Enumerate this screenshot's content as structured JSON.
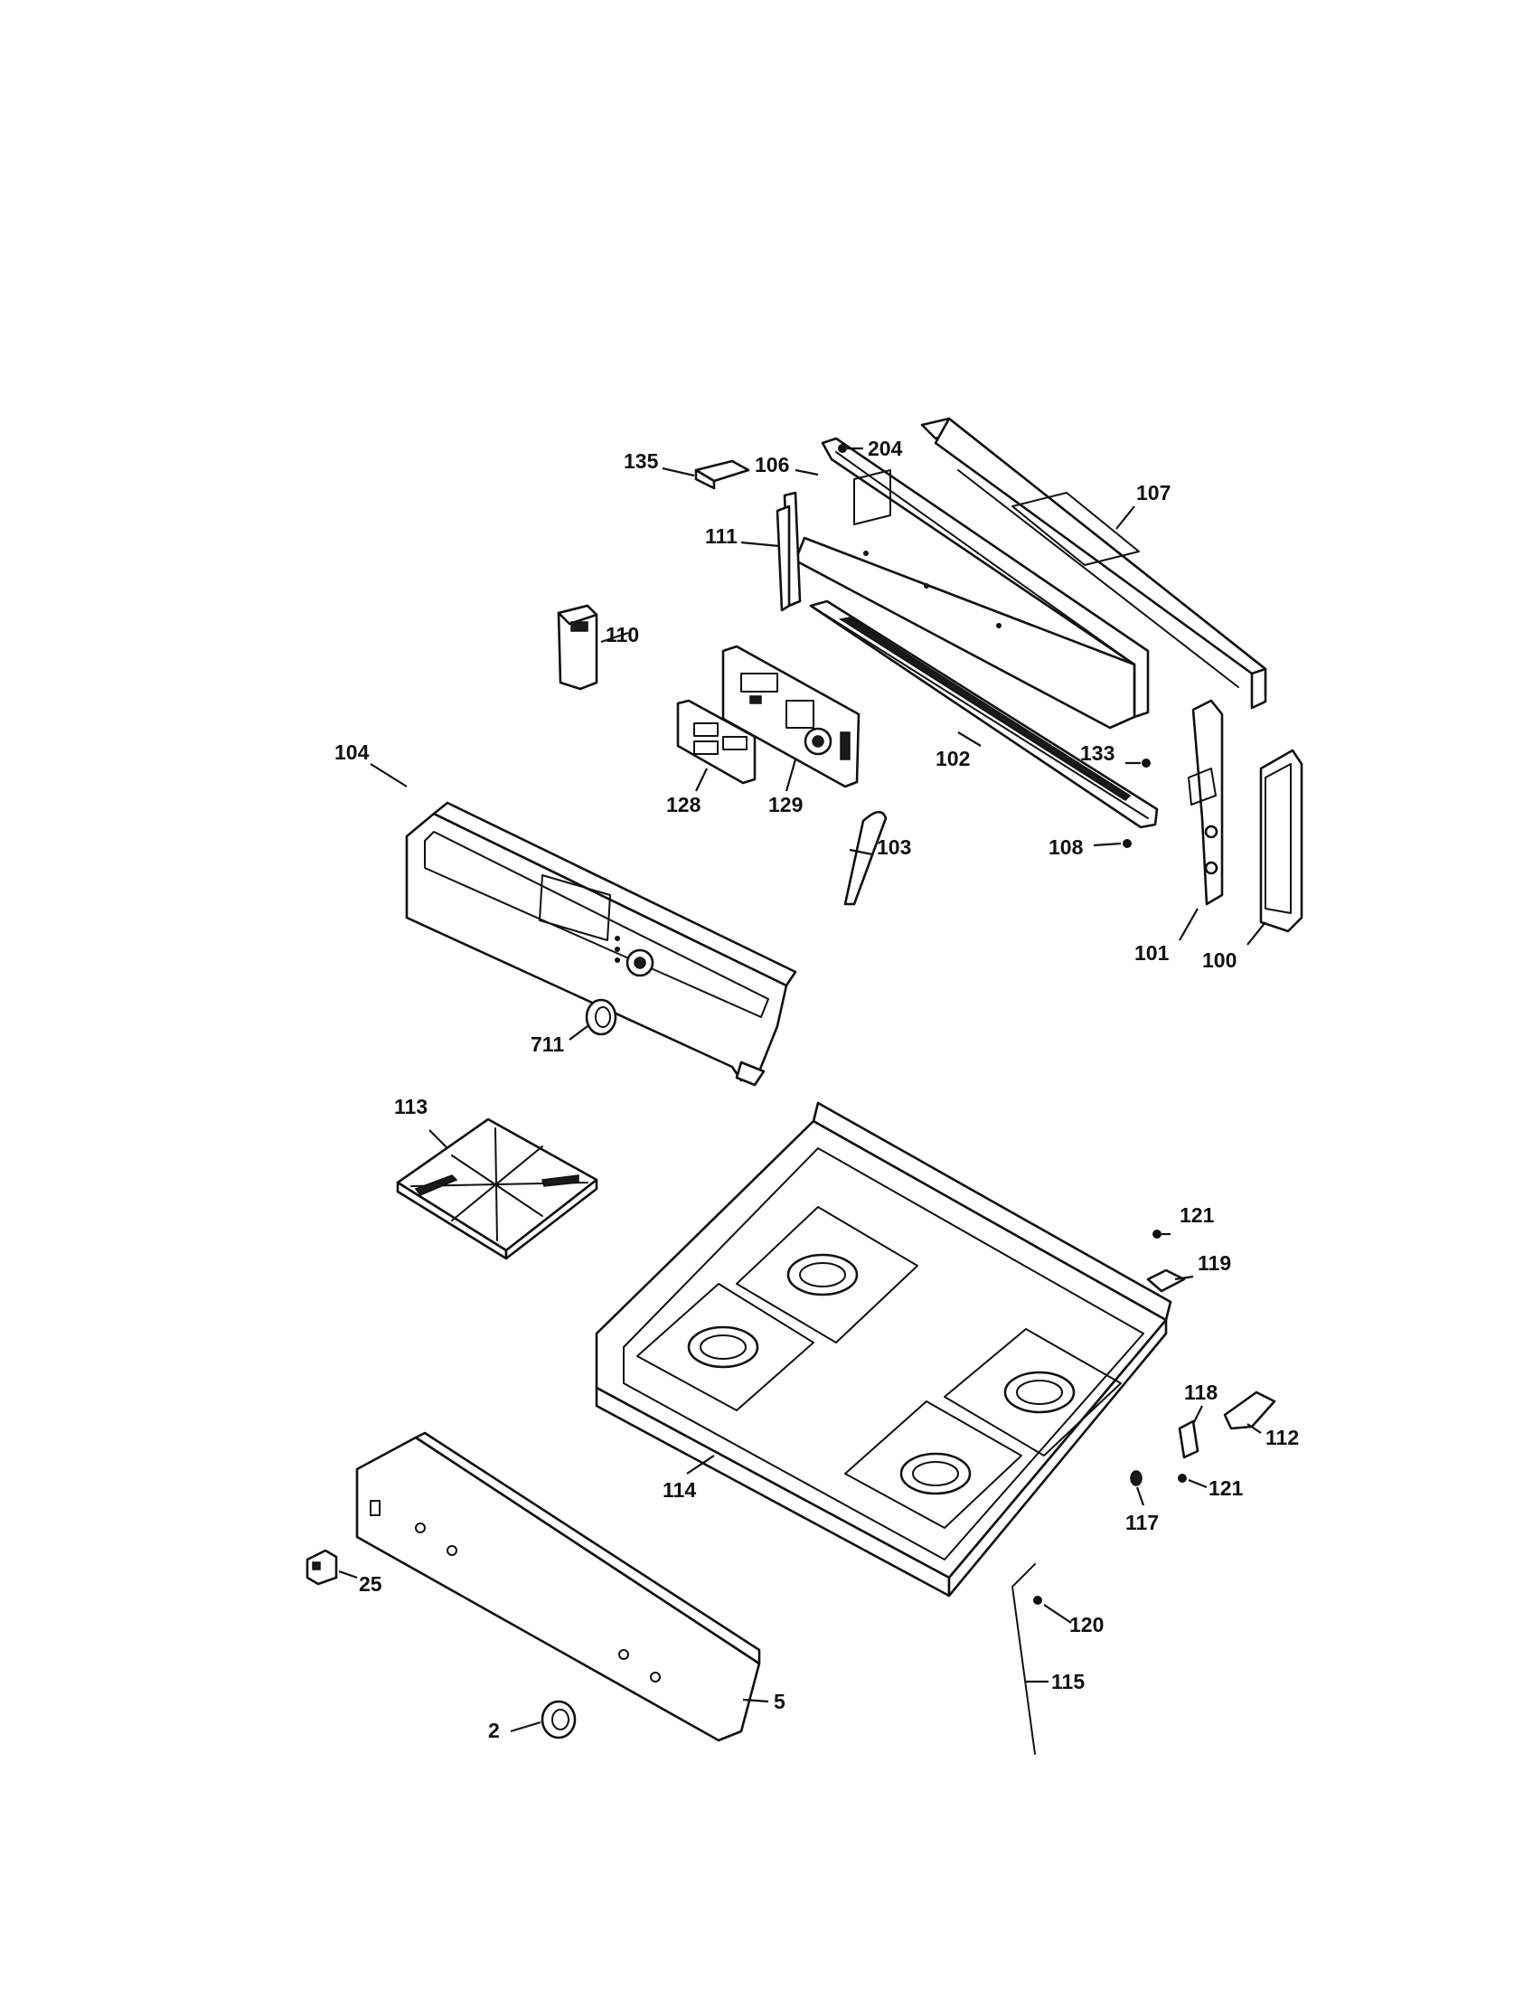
{
  "callouts": [
    {
      "id": "c204",
      "text": "204"
    },
    {
      "id": "c135",
      "text": "135"
    },
    {
      "id": "c106",
      "text": "106"
    },
    {
      "id": "c107",
      "text": "107"
    },
    {
      "id": "c111",
      "text": "111"
    },
    {
      "id": "c110",
      "text": "110"
    },
    {
      "id": "c104",
      "text": "104"
    },
    {
      "id": "c128",
      "text": "128"
    },
    {
      "id": "c129",
      "text": "129"
    },
    {
      "id": "c102",
      "text": "102"
    },
    {
      "id": "c133",
      "text": "133"
    },
    {
      "id": "c103",
      "text": "103"
    },
    {
      "id": "c108",
      "text": "108"
    },
    {
      "id": "c101",
      "text": "101"
    },
    {
      "id": "c100",
      "text": "100"
    },
    {
      "id": "c711",
      "text": "711"
    },
    {
      "id": "c113",
      "text": "113"
    },
    {
      "id": "c121a",
      "text": "121"
    },
    {
      "id": "c119",
      "text": "119"
    },
    {
      "id": "c118",
      "text": "118"
    },
    {
      "id": "c112",
      "text": "112"
    },
    {
      "id": "c114",
      "text": "114"
    },
    {
      "id": "c121b",
      "text": "121"
    },
    {
      "id": "c117",
      "text": "117"
    },
    {
      "id": "c25",
      "text": "25"
    },
    {
      "id": "c120",
      "text": "120"
    },
    {
      "id": "c115",
      "text": "115"
    },
    {
      "id": "c5",
      "text": "5"
    },
    {
      "id": "c2",
      "text": "2"
    }
  ]
}
